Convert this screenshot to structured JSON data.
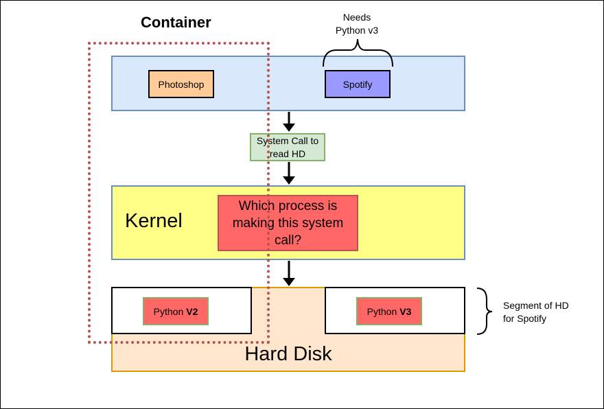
{
  "labels": {
    "container": "Container",
    "needs_line1": "Needs",
    "needs_line2": "Python v3",
    "photoshop": "Photoshop",
    "spotify": "Spotify",
    "syscall_line1": "System Call to",
    "syscall_line2": "read HD",
    "kernel": "Kernel",
    "question_line1": "Which process is",
    "question_line2": "making this system",
    "question_line3": "call?",
    "python_left_prefix": "Python",
    "python_left_version": "V2",
    "python_right_prefix": "Python",
    "python_right_version": "V3",
    "hard_disk": "Hard Disk",
    "segment_line1": "Segment of HD",
    "segment_line2": "for Spotify"
  },
  "colors": {
    "app_layer_fill": "#dae8fc",
    "kernel_layer_fill": "#ffff88",
    "hard_disk_fill": "#ffe6cc",
    "photoshop_fill": "#ffcc99",
    "spotify_fill": "#9999ff",
    "syscall_fill": "#d5e8d4",
    "question_fill": "#ff6666",
    "python_fill": "#ff6666",
    "container_outline": "#b85450"
  }
}
